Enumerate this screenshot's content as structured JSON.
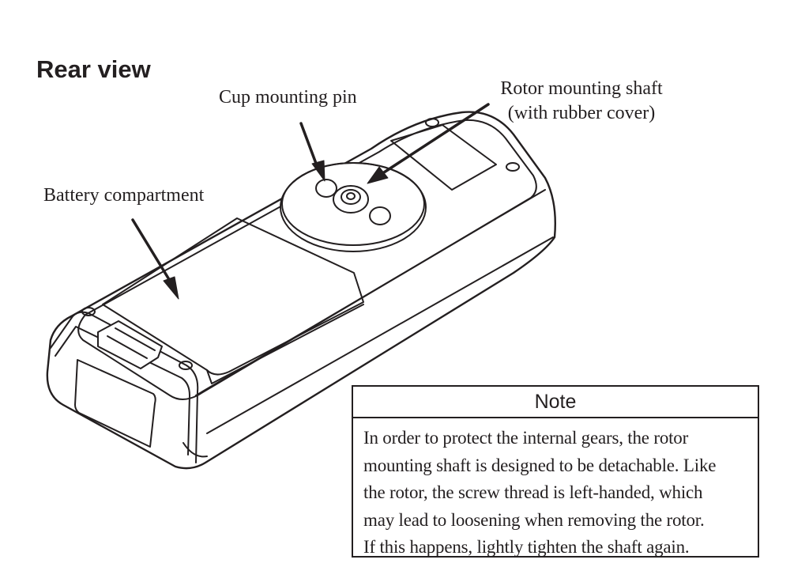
{
  "heading": "Rear view",
  "callouts": {
    "cup_pin": "Cup mounting pin",
    "rotor_shaft_line1": "Rotor mounting shaft",
    "rotor_shaft_line2": "(with rubber cover)",
    "battery": "Battery compartment"
  },
  "note": {
    "title": "Note",
    "lines": [
      "In order to protect the internal gears, the rotor",
      "mounting shaft is designed to be detachable. Like",
      "the rotor, the screw thread is left-handed, which",
      "may lead to loosening when removing the rotor.",
      "If this happens, lightly tighten the shaft again."
    ]
  },
  "colors": {
    "ink": "#231f20",
    "background": "#ffffff"
  }
}
